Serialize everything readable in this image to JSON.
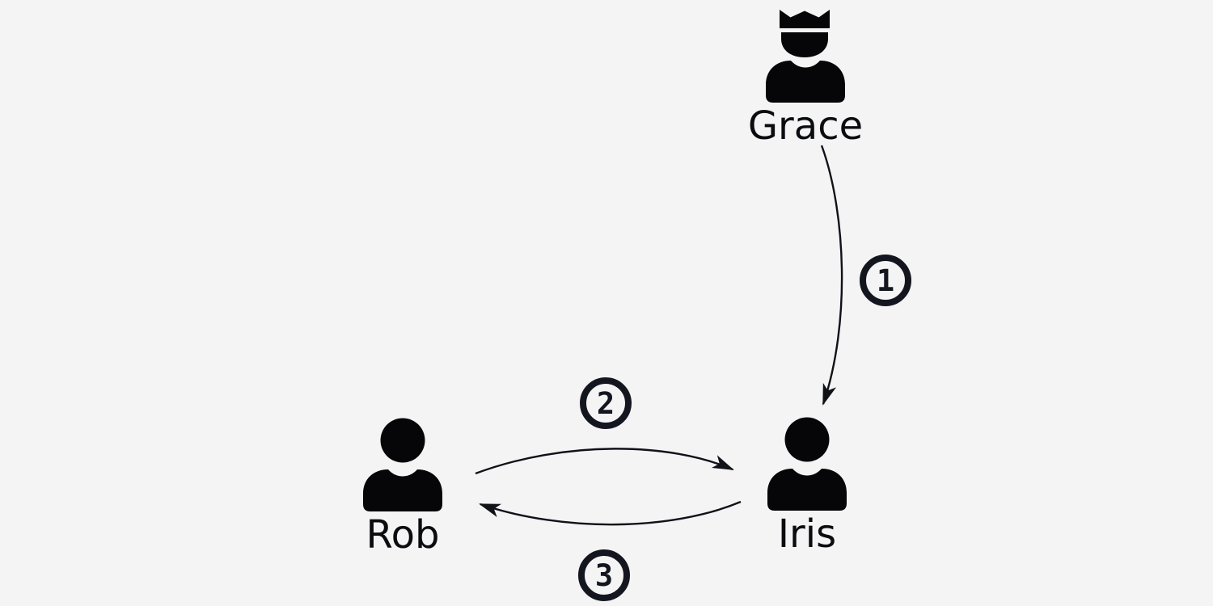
{
  "canvas": {
    "background_color": "#f4f4f5",
    "ink_color": "#101218"
  },
  "diagram": {
    "nodes": [
      {
        "id": "grace",
        "label": "Grace",
        "icon": "person-crown-icon"
      },
      {
        "id": "rob",
        "label": "Rob",
        "icon": "person-icon"
      },
      {
        "id": "iris",
        "label": "Iris",
        "icon": "person-icon"
      }
    ],
    "edges": [
      {
        "label": "1",
        "from": "Grace",
        "to": "Iris",
        "style": "curved-arrow"
      },
      {
        "label": "2",
        "from": "Rob",
        "to": "Iris",
        "style": "curved-arrow"
      },
      {
        "label": "3",
        "from": "Iris",
        "to": "Rob",
        "style": "curved-arrow"
      }
    ]
  }
}
